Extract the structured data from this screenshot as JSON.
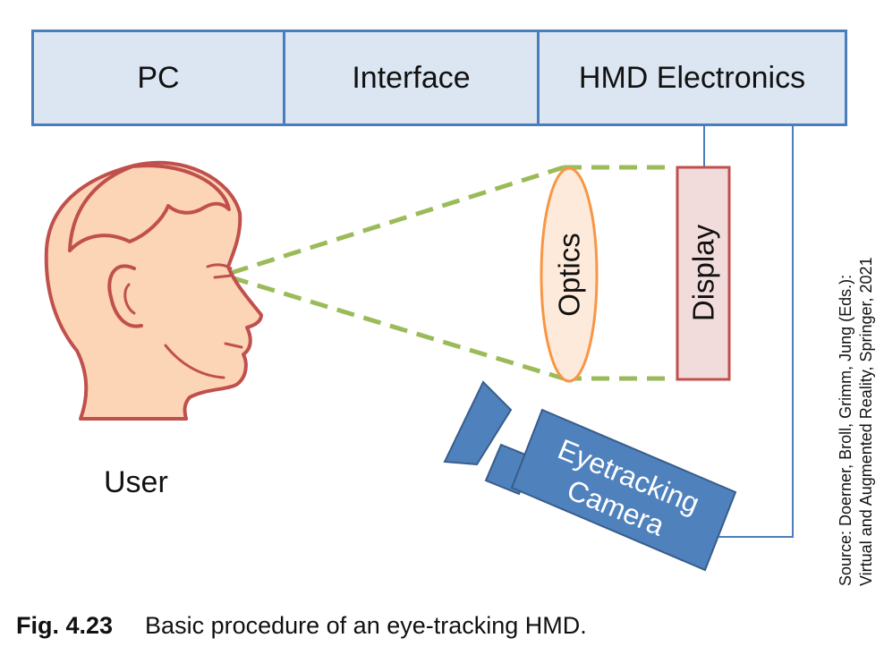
{
  "boxes": {
    "pc": "PC",
    "interface": "Interface",
    "hmd": "HMD Electronics"
  },
  "labels": {
    "optics": "Optics",
    "display": "Display",
    "camera_line1": "Eyetracking",
    "camera_line2": "Camera",
    "user": "User"
  },
  "source": {
    "line1": "Source: Doerner, Broll, Grimm, Jung (Eds.):",
    "line2": "Virtual and Augmented Reality, Springer, 2021"
  },
  "caption": {
    "number": "Fig. 4.23",
    "text": "Basic procedure of an eye-tracking HMD."
  },
  "colors": {
    "box_fill": "#dce6f2",
    "box_border": "#4a7ebb",
    "dash": "#9bbb59",
    "optics_border": "#f79646",
    "display_fill": "#f2dcdb",
    "display_border": "#c0504d",
    "camera": "#4f81bd",
    "face_fill": "#fbd5b5",
    "face_stroke": "#c0504d"
  }
}
